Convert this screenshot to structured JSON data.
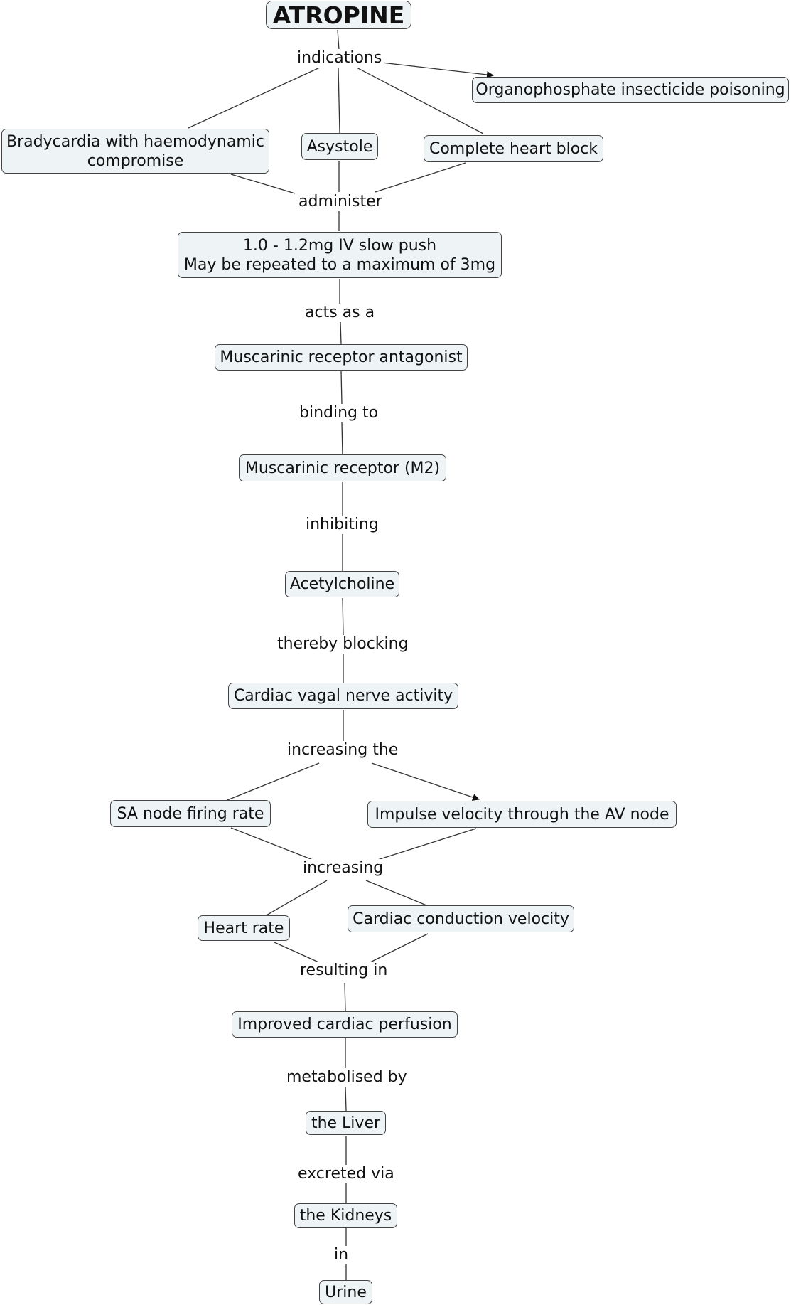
{
  "title": "ATROPINE",
  "nodes": {
    "organophosphate": "Organophosphate insecticide poisoning",
    "bradycardia_l1": "Bradycardia with haemodynamic",
    "bradycardia_l2": "compromise",
    "asystole": "Asystole",
    "heart_block": "Complete heart block",
    "dose_l1": "1.0 - 1.2mg IV slow push",
    "dose_l2": "May be repeated to a maximum of 3mg",
    "antagonist": "Muscarinic receptor antagonist",
    "receptor": "Muscarinic receptor (M2)",
    "acetylcholine": "Acetylcholine",
    "vagal": "Cardiac vagal nerve activity",
    "sa_node": "SA node firing rate",
    "av_node": "Impulse velocity through the AV node",
    "heart_rate": "Heart rate",
    "conduction": "Cardiac conduction velocity",
    "perfusion": "Improved cardiac perfusion",
    "liver": "the Liver",
    "kidneys": "the Kidneys",
    "urine": "Urine"
  },
  "links": {
    "indications": "indications",
    "administer": "administer",
    "acts_as_a": "acts as a",
    "binding_to": "binding to",
    "inhibiting": "inhibiting",
    "thereby_blocking": "thereby blocking",
    "increasing_the": "increasing the",
    "increasing": "increasing",
    "resulting_in": "resulting in",
    "metabolised_by": "metabolised by",
    "excreted_via": "excreted via",
    "in": "in"
  },
  "colors": {
    "node_fill": "#eef4f6",
    "line": "#333333"
  }
}
